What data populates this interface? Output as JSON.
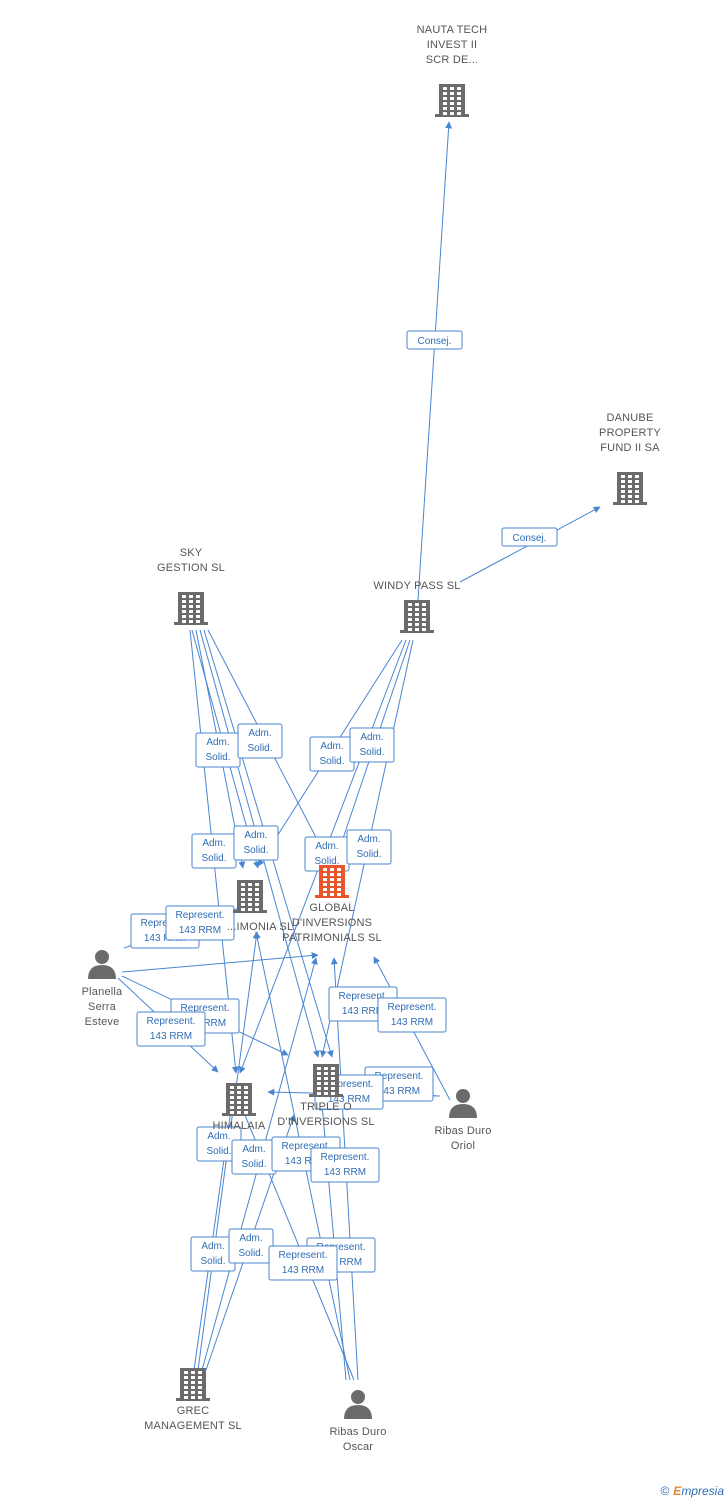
{
  "colors": {
    "edge": "#4a86d0",
    "label_text": "#2f6db5",
    "node_company": "#6b6b6b",
    "node_focus": "#e8562a",
    "node_person": "#6b6b6b",
    "node_text": "#555555"
  },
  "nodes": [
    {
      "id": "nauta",
      "type": "company",
      "icon": "building-icon",
      "lines": [
        "NAUTA TECH",
        "INVEST II",
        "SCR DE..."
      ]
    },
    {
      "id": "danube",
      "type": "company",
      "icon": "building-icon",
      "lines": [
        "DANUBE",
        "PROPERTY",
        "FUND II SA"
      ]
    },
    {
      "id": "sky",
      "type": "company",
      "icon": "building-icon",
      "lines": [
        "SKY",
        "GESTION SL"
      ]
    },
    {
      "id": "windy",
      "type": "company",
      "icon": "building-icon",
      "lines": [
        "WINDY PASS SL"
      ]
    },
    {
      "id": "patrimonia",
      "type": "company",
      "icon": "building-icon",
      "lines": [
        "...IMONIA SL"
      ]
    },
    {
      "id": "global",
      "type": "focus",
      "icon": "building-icon",
      "lines": [
        "GLOBAL",
        "D'INVERSIONS",
        "PATRIMONIALS SL"
      ]
    },
    {
      "id": "planella",
      "type": "person",
      "icon": "person-icon",
      "lines": [
        "Planella",
        "Serra",
        "Esteve"
      ]
    },
    {
      "id": "triple",
      "type": "company",
      "icon": "building-icon",
      "lines": [
        "TRIPLE O",
        "D'INVERSIONS SL"
      ]
    },
    {
      "id": "himalaia",
      "type": "company",
      "icon": "building-icon",
      "lines": [
        "HIMALAIA"
      ]
    },
    {
      "id": "oriol",
      "type": "person",
      "icon": "person-icon",
      "lines": [
        "Ribas Duro",
        "Oriol"
      ]
    },
    {
      "id": "grec",
      "type": "company",
      "icon": "building-icon",
      "lines": [
        "GREC",
        "MANAGEMENT SL"
      ]
    },
    {
      "id": "oscar",
      "type": "person",
      "icon": "person-icon",
      "lines": [
        "Ribas Duro",
        "Oscar"
      ]
    }
  ],
  "edge_labels": [
    {
      "lines": [
        "Consej."
      ]
    },
    {
      "lines": [
        "Consej."
      ]
    },
    {
      "lines": [
        "Adm.",
        "Solid."
      ]
    },
    {
      "lines": [
        "Adm.",
        "Solid."
      ]
    },
    {
      "lines": [
        "Adm.",
        "Solid."
      ]
    },
    {
      "lines": [
        "Adm.",
        "Solid."
      ]
    },
    {
      "lines": [
        "Adm.",
        "Solid."
      ]
    },
    {
      "lines": [
        "Adm.",
        "Solid."
      ]
    },
    {
      "lines": [
        "Adm.",
        "Solid."
      ]
    },
    {
      "lines": [
        "Adm.",
        "Solid."
      ]
    },
    {
      "lines": [
        "Represent.",
        "143 RRM"
      ]
    },
    {
      "lines": [
        "Represent.",
        "143 RRM"
      ]
    },
    {
      "lines": [
        "Represent.",
        "143 RRM"
      ]
    },
    {
      "lines": [
        "Represent.",
        "143 RRM"
      ]
    },
    {
      "lines": [
        "Represent.",
        "143 RRM"
      ]
    },
    {
      "lines": [
        "Represent.",
        "143 RRM"
      ]
    },
    {
      "lines": [
        "Represent.",
        "143 RRM"
      ]
    },
    {
      "lines": [
        "Represent.",
        "143 RRM"
      ]
    },
    {
      "lines": [
        "Adm.",
        "Solid."
      ]
    },
    {
      "lines": [
        "Adm.",
        "Solid."
      ]
    },
    {
      "lines": [
        "Represent.",
        "143 RRM"
      ]
    },
    {
      "lines": [
        "Represent.",
        "143 RRM"
      ]
    },
    {
      "lines": [
        "Adm.",
        "Solid."
      ]
    },
    {
      "lines": [
        "Adm.",
        "Solid."
      ]
    },
    {
      "lines": [
        "Represent.",
        "143 RRM"
      ]
    },
    {
      "lines": [
        "Represent.",
        "143 RRM"
      ]
    }
  ],
  "footer": {
    "copyright": "©",
    "brand_first": "E",
    "brand_rest": "mpresia"
  }
}
